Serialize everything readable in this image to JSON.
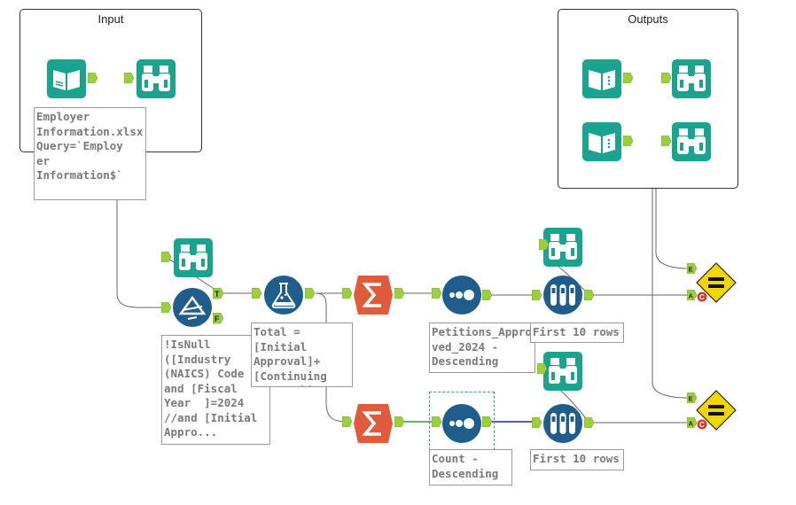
{
  "containers": {
    "input_title": "Input",
    "outputs_title": "Outputs"
  },
  "annotations": {
    "input_file": "Employer\nInformation.xlsx\nQuery=`Employ\ner\nInformation$`",
    "filter": "!IsNull\n([Industry\n(NAICS) Code\nand [Fiscal\nYear  ]=2024\n//and [Initial\nAppro...",
    "formula": "Total = [Initial\nApproval]+\n[Continuing\nApproval]",
    "sort_top": "Petitions_Appro\nved_2024 -\nDescending",
    "sort_bottom": "Count -\nDescending",
    "sample_top": "First 10 rows",
    "sample_bottom": "First 10 rows"
  },
  "anchor_labels": {
    "true": "T",
    "false": "F",
    "error": "E",
    "a": "A",
    "c": "C"
  },
  "colors": {
    "io_teal": "#1aa38e",
    "prep_blue": "#1e5d8c",
    "summarize_orange": "#e05a3c",
    "anchor_green": "#9ccf3c",
    "warning_yellow": "#f2d600",
    "wire_gray": "#666666",
    "wire_green": "#2e9f2e",
    "wire_blue": "#2222aa"
  },
  "icons": {
    "input": "input-data-icon",
    "browse": "browse-binoculars-icon",
    "filter": "filter-icon",
    "formula": "formula-flask-icon",
    "summarize": "summarize-sigma-icon",
    "sort": "sort-icon",
    "sample": "sample-icon",
    "output": "output-data-icon",
    "test": "test-warning-icon"
  }
}
